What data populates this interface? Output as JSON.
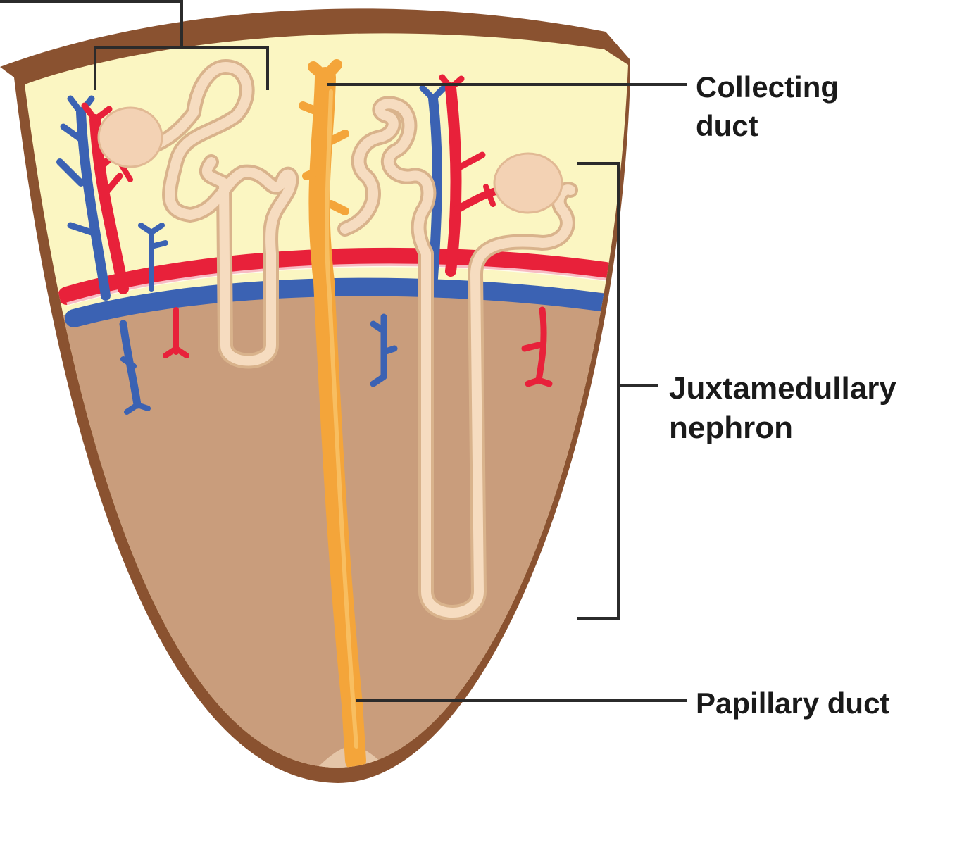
{
  "labels": {
    "collecting_duct": [
      "Collecting",
      "duct"
    ],
    "juxtamedullary_nephron": [
      "Juxtamedullary",
      "nephron"
    ],
    "papillary_duct": "Papillary duct"
  },
  "colors": {
    "capsule": "#8a5230",
    "cortex": "#fbf6c2",
    "medulla": "#c99d7c",
    "artery": "#e8213a",
    "vein": "#3b62b3",
    "tubule": "#f6dcc0",
    "tubule_outline": "#d9b38c",
    "collecting_duct": "#f4a53a",
    "leader": "#2b2b2b"
  }
}
